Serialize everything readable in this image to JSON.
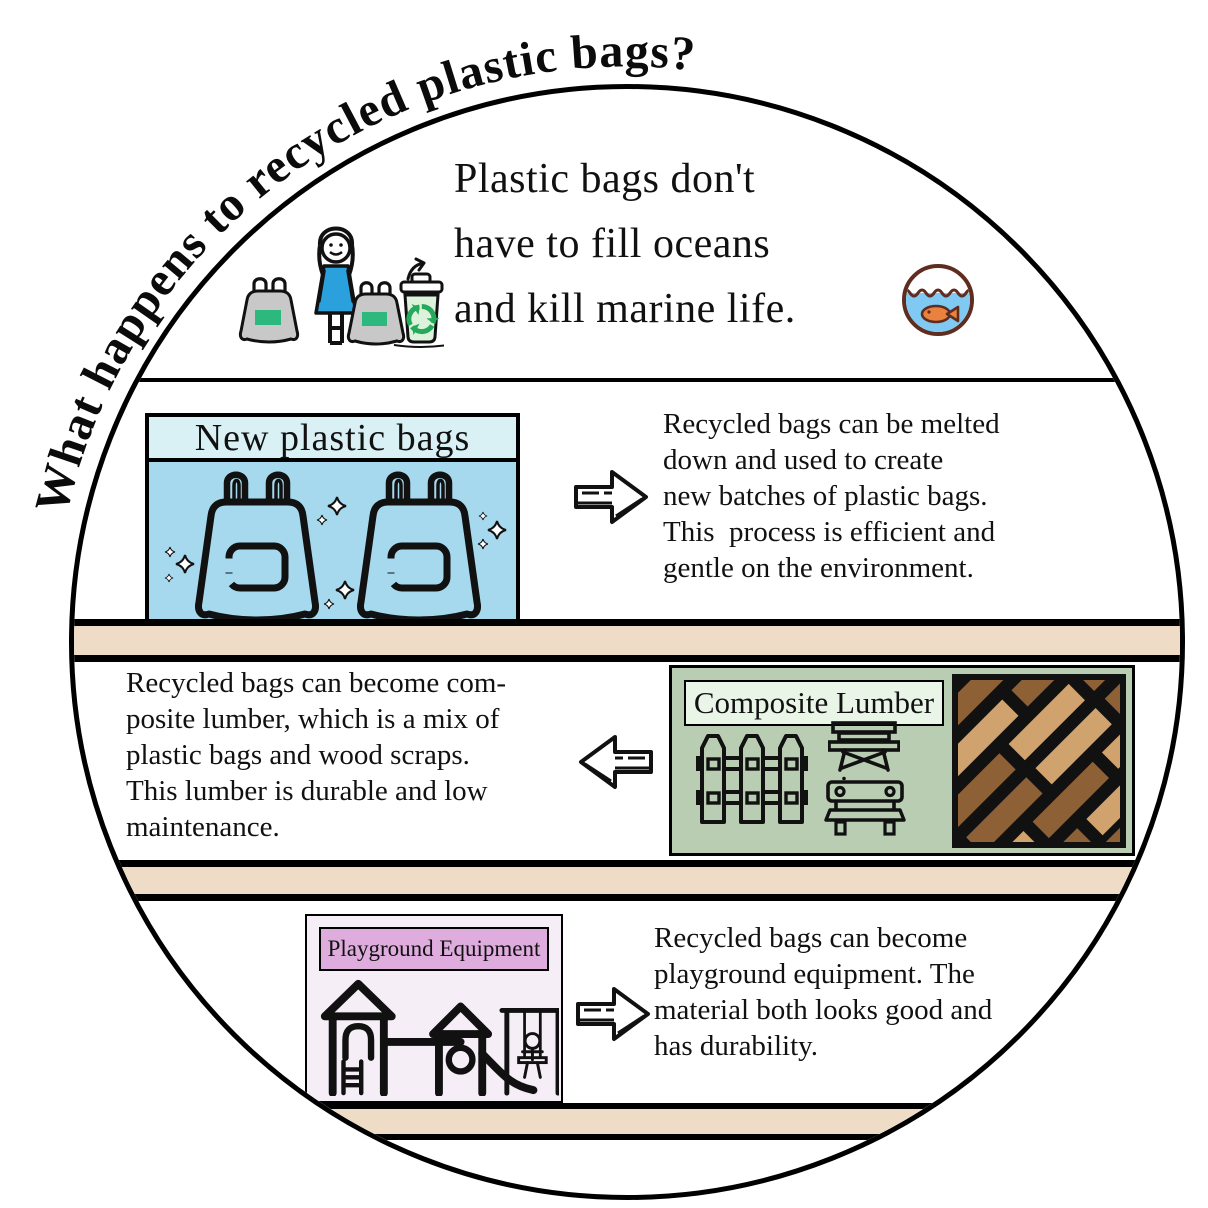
{
  "curved_title": "What happens to recycled plastic bags?",
  "header": {
    "headline": "Plastic bags don't\nhave to fill oceans\nand kill marine life."
  },
  "sections": {
    "new_bags": {
      "box_title": "New plastic bags",
      "description": "Recycled bags can be melted\ndown and used to create\nnew batches of plastic bags.\nThis  process is efficient and\ngentle on the environment."
    },
    "composite_lumber": {
      "box_title": "Composite Lumber",
      "description": "Recycled bags can become com-\nposite lumber, which is a mix of\nplastic bags and wood scraps.\nThis lumber is durable and low\nmaintenance."
    },
    "playground": {
      "box_title": "Playground Equipment",
      "description": "Recycled bags can become\nplayground equipment. The\nmaterial both looks good and\nhas durability."
    }
  },
  "icons": {
    "person_recycling": "woman-with-bags-and-recycle-bin-icon",
    "fishbowl": "fishbowl-with-fish-icon",
    "plastic_bags": "two-plastic-bags-with-sparkles-icon",
    "arrow_right": "block-arrow-right-icon",
    "arrow_left": "block-arrow-left-icon",
    "fence": "picket-fence-icon",
    "picnic_table": "picnic-table-icon",
    "bench": "park-bench-icon",
    "decking": "composite-wood-decking-swatch",
    "playground": "playground-towers-slide-and-swing-icon"
  },
  "colors": {
    "circle_outline": "#000000",
    "band_tan": "#efdcc7",
    "box1_header": "#d9f1f4",
    "box1_body": "#a6d9ee",
    "lumber_box": "#b8cdb2",
    "lumber_label": "#e9f5e7",
    "wood_light": "#cfa26e",
    "wood_dark": "#8d6036",
    "playground_box": "#f5eef7",
    "playground_label": "#dfacde",
    "dress_blue": "#2aa0dd",
    "bag_grey": "#c8c8c8",
    "label_green": "#2db87d",
    "bin_green": "#ddf2db",
    "recycle_green": "#25a95c",
    "water_blue": "#7fc9f2",
    "fish_orange": "#e9813f",
    "bowl_outline": "#5f2d20"
  }
}
